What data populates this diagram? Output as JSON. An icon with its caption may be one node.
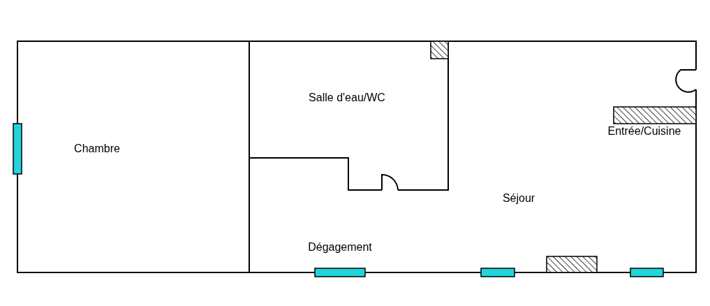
{
  "diagram": {
    "labels": [
      "Salle d'eau/WC",
      "Entrée/Cuisine",
      "Chambre",
      "Séjour",
      "Dégagement"
    ]
  }
}
